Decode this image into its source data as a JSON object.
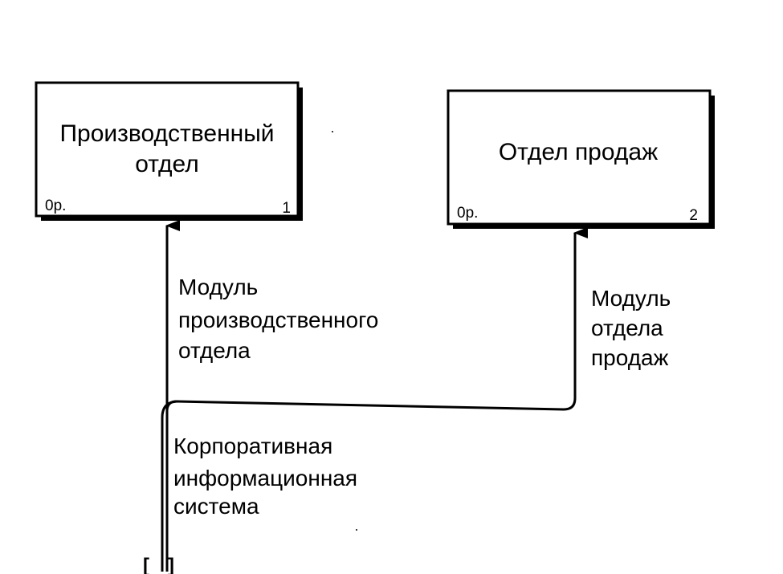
{
  "boxes": [
    {
      "title_lines": [
        "Производственный",
        "отдел"
      ],
      "cost": "0р.",
      "number": "1"
    },
    {
      "title_lines": [
        "Отдел продаж"
      ],
      "cost": "0р.",
      "number": "2"
    }
  ],
  "arrows": {
    "production_module": [
      "Модуль",
      "производственного",
      "отдела"
    ],
    "sales_module": [
      "Модуль",
      "отдела",
      "продаж"
    ],
    "corporate_system": [
      "Корпоративная",
      "информационная",
      "система"
    ]
  },
  "tunnel": {
    "open": "[",
    "close": "]"
  }
}
